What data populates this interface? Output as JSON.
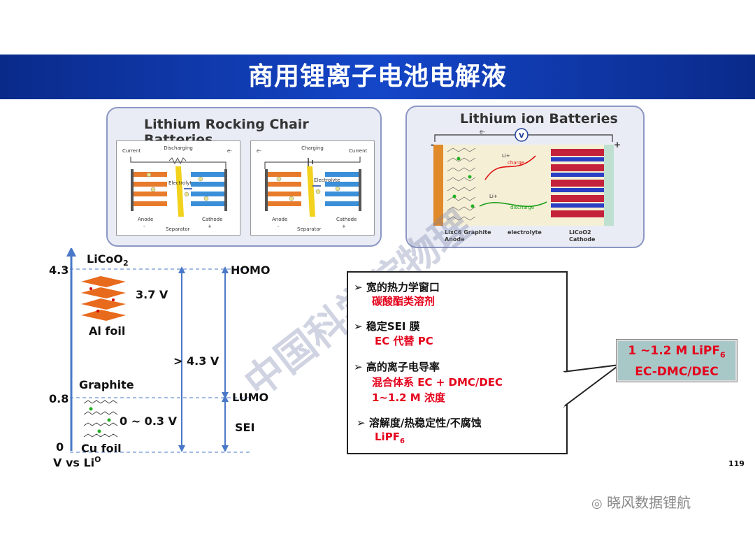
{
  "title": "商用锂离子电池电解液",
  "left_panel": {
    "title": "Lithium Rocking Chair Batteries",
    "discharge": {
      "process": "Discharging",
      "current": "Current",
      "electron": "e-",
      "electrolyte": "Electrolyte",
      "anode": "Anode",
      "cathode": "Cathode",
      "separator": "Separator",
      "minus": "-",
      "plus": "+"
    },
    "charge": {
      "process": "Charging",
      "current": "Current",
      "electron": "e-",
      "electrolyte": "Electrolyte",
      "anode": "Anode",
      "cathode": "Cathode",
      "separator": "Separator",
      "minus": "-",
      "plus": "+"
    }
  },
  "right_panel": {
    "title": "Lithium ion Batteries",
    "anode_label": "LixC6 Graphite",
    "anode_sub": "Anode",
    "electrolyte_label": "electrolyte",
    "cathode_label": "LiCoO2",
    "cathode_sub": "Cathode",
    "charge_label": "charge",
    "discharge_label": "discharge",
    "li_label": "Li+",
    "voltmeter": "V",
    "minus": "-",
    "plus": "+",
    "electron": "e-"
  },
  "diagram": {
    "licoo2": "LiCoO",
    "licoo2_sub": "2",
    "v43": "4.3",
    "v08": "0.8",
    "v0": "0",
    "xlabel": "V vs Li",
    "xlabel_sup": "O",
    "v37": "3.7 V",
    "al_foil": "Al foil",
    "gt43": "> 4.3 V",
    "graphite": "Graphite",
    "v03": "0 ~ 0.3 V",
    "cu_foil": "Cu foil",
    "homo": "HOMO",
    "lumo": "LUMO",
    "sei": "SEI"
  },
  "box": {
    "b1": "宽的热力学窗口",
    "b1r": "碳酸酯类溶剂",
    "b2": "稳定SEI 膜",
    "b2r": "EC 代替 PC",
    "b3": "高的离子电导率",
    "b3r1": "混合体系 EC + DMC/DEC",
    "b3r2": "1~1.2 M 浓度",
    "b4": "溶解度/热稳定性/不腐蚀",
    "b4r": "LiPF",
    "b4r_sub": "6",
    "bullet": "➢"
  },
  "callout": {
    "line1": "1 ~1.2 M LiPF",
    "line1_sub": "6",
    "line2": "EC-DMC/DEC"
  },
  "watermark": "中国科学院物理",
  "page_number": "119",
  "brand": "晓风数据锂航",
  "colors": {
    "title_bar": "#1446c8",
    "red": "#e4001b",
    "anode": "#e87b2b",
    "cathode": "#3a8fd8",
    "separator": "#f2d21c"
  }
}
